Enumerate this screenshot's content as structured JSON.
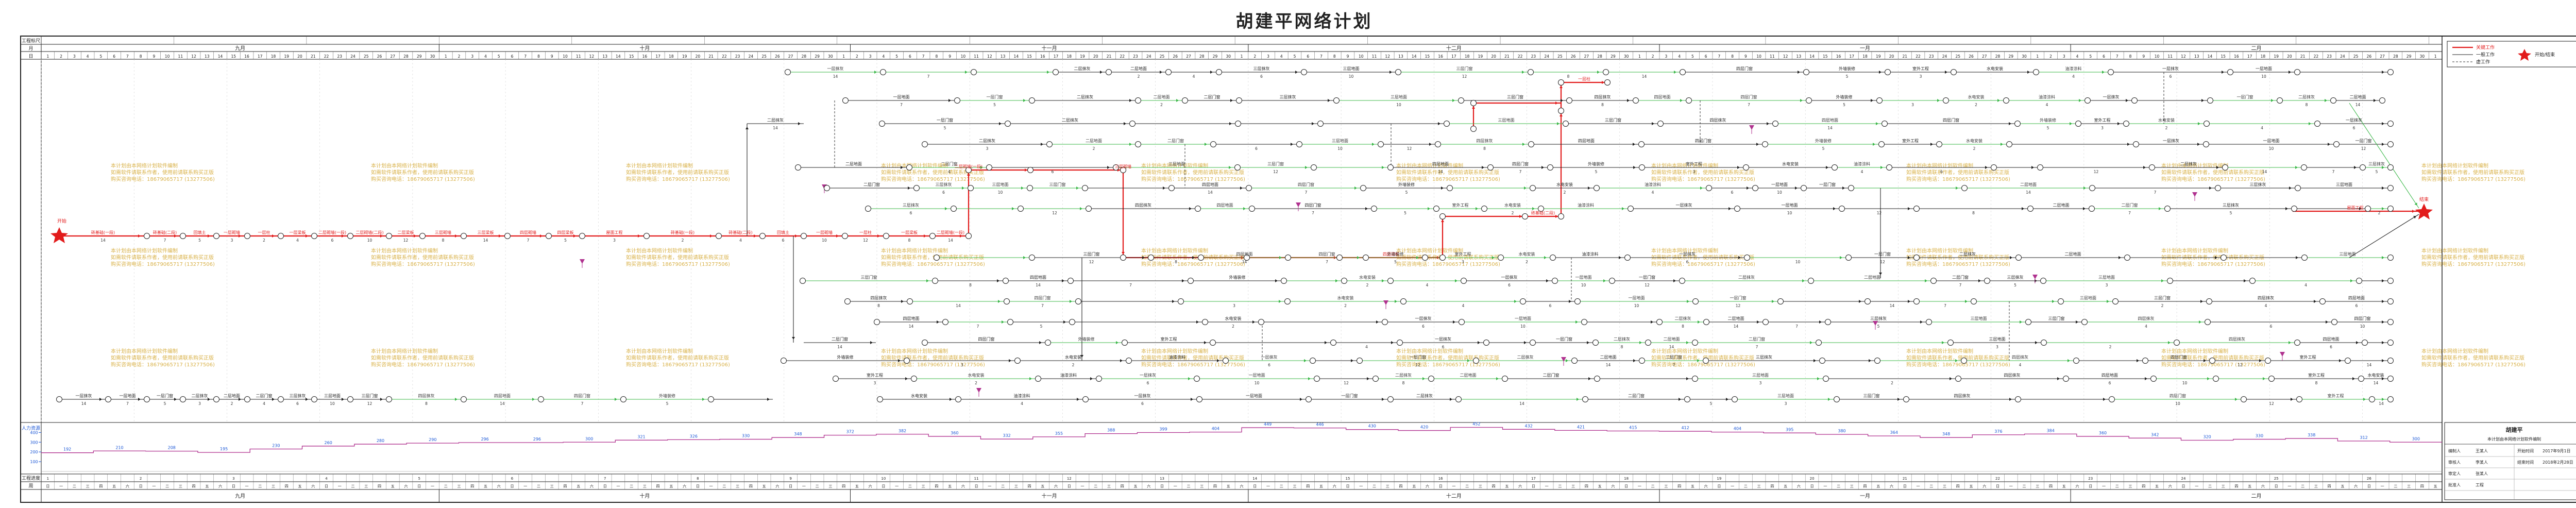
{
  "title": "胡建平网络计划",
  "header": {
    "project_label": "工程标尺",
    "month_label": "月",
    "day_label": "日",
    "months": [
      "九月",
      "十月",
      "十一月",
      "十二月",
      "一月",
      "二月"
    ],
    "day_ticks": [
      1,
      2,
      3,
      4,
      5,
      6,
      7,
      8,
      9,
      10,
      11,
      12,
      13,
      14,
      15,
      16,
      17,
      18,
      19,
      20,
      21,
      22,
      23,
      24,
      25,
      26,
      27,
      28,
      29,
      30
    ]
  },
  "legend": {
    "critical": "关键工作",
    "normal": "一般工作",
    "virtual": "虚工作",
    "start_finish": "开始/结束"
  },
  "watermark": {
    "lines": [
      "本计划由本网络计划软件编制",
      "如需软件请联系作者，使用前请联系购买正版",
      "购买咨询电话：18679065717 (13277506)"
    ]
  },
  "network": {
    "start_label": "开始",
    "finish_label": "结束",
    "critical_labels": [
      "砖基础(一段)",
      "砖基础(二段)",
      "回填土",
      "一层砌墙",
      "一层柱",
      "一层梁板",
      "二层砌墙(一段)",
      "二层砌墙(二段)",
      "二层梁板",
      "三层砌墙",
      "三层梁板",
      "四层砌墙",
      "四层梁板",
      "屋面工程"
    ],
    "normal_labels": [
      "一层抹灰",
      "一层地面",
      "一层门窗",
      "二层抹灰",
      "二层地面",
      "二层门窗",
      "三层抹灰",
      "三层地面",
      "三层门窗",
      "四层抹灰",
      "四层地面",
      "四层门窗",
      "外墙装修",
      "室外工程",
      "水电安装",
      "油漆涂料"
    ],
    "durations": [
      "14",
      "7",
      "5",
      "3",
      "2",
      "4",
      "6",
      "10",
      "12",
      "8"
    ]
  },
  "resource": {
    "axis_label": "人力资源",
    "ticks": [
      "400",
      "300",
      "200",
      "100"
    ],
    "values": [
      192,
      210,
      208,
      195,
      230,
      260,
      280,
      290,
      296,
      296,
      300,
      321,
      326,
      330,
      348,
      372,
      382,
      360,
      332,
      355,
      388,
      399,
      404,
      449,
      446,
      430,
      420,
      452,
      432,
      421,
      415,
      412,
      404,
      395,
      380,
      364,
      348,
      376,
      384,
      360,
      342,
      320,
      330,
      338,
      312,
      300
    ]
  },
  "footer": {
    "row_label": "工程进度",
    "day_row_label": "周",
    "weekday_cells": [
      "日",
      "一",
      "二",
      "三",
      "四",
      "五",
      "六"
    ]
  },
  "title_block": {
    "company": "胡建平",
    "subtitle": "本计划由本网络计划软件编制",
    "rows": [
      {
        "label": "编制人",
        "value": "王某人"
      },
      {
        "label": "审核人",
        "value": "李某人"
      },
      {
        "label": "审定人",
        "value": "张某人"
      },
      {
        "label": "批准人",
        "value": "工程"
      }
    ],
    "start_label": "开始时间",
    "start_value": "2017年9月1日",
    "end_label": "结束时间",
    "end_value": "2018年2月28日"
  }
}
